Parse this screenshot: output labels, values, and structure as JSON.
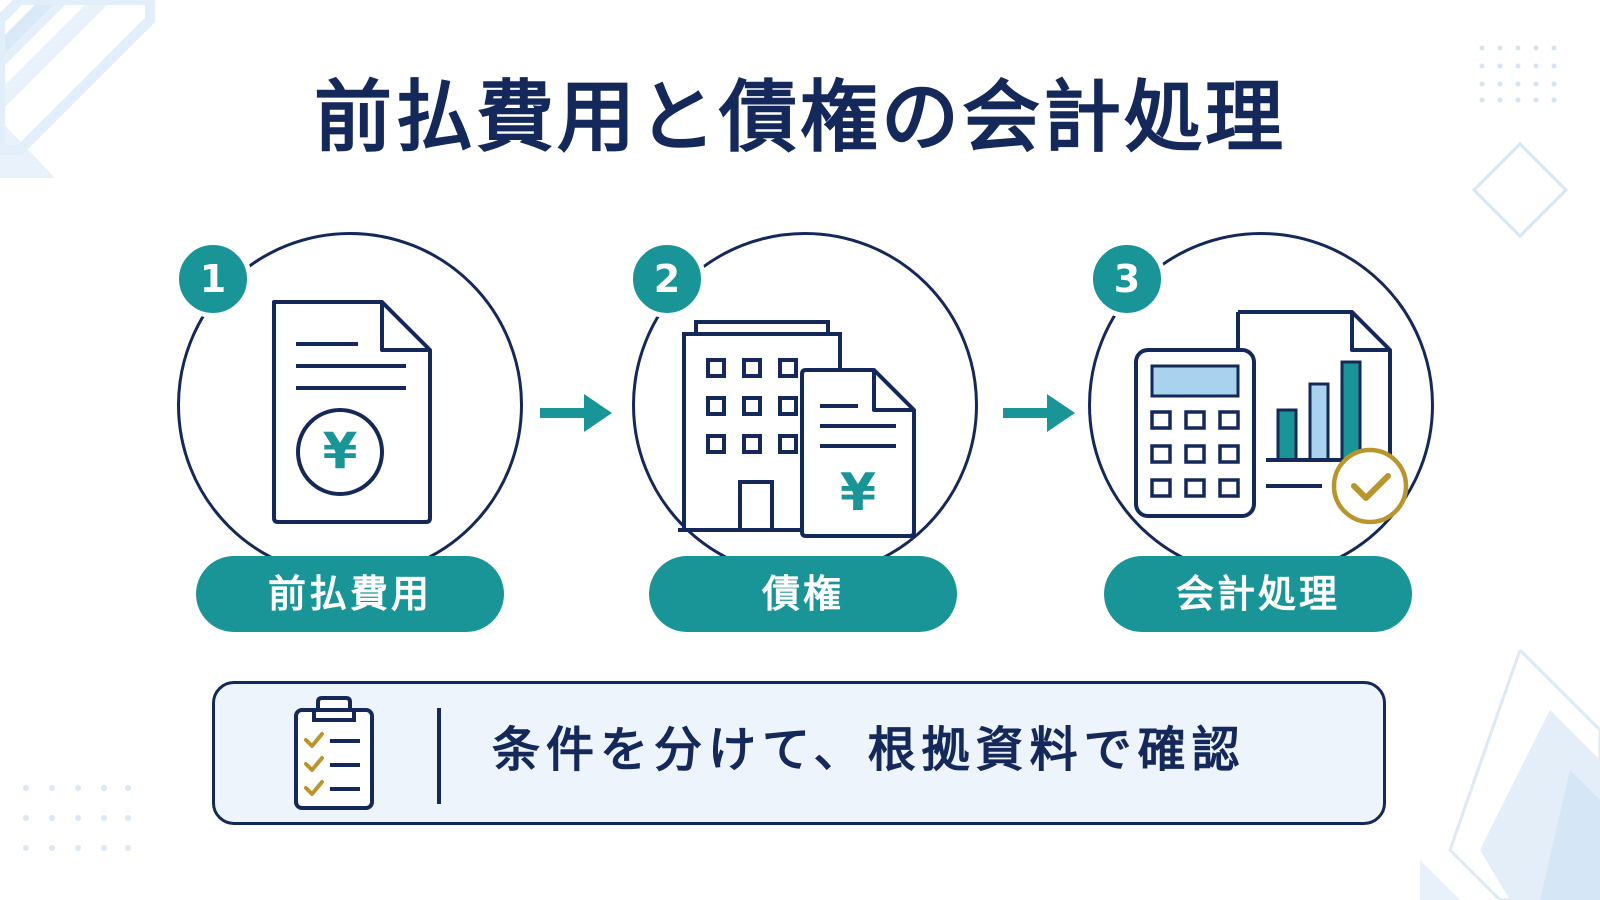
{
  "title": "前払費用と債権の会計処理",
  "steps": [
    {
      "number": "1",
      "label": "前払費用",
      "icon": "invoice-yen-icon"
    },
    {
      "number": "2",
      "label": "債権",
      "icon": "building-with-yen-document-icon"
    },
    {
      "number": "3",
      "label": "会計処理",
      "icon": "calculator-chart-check-icon"
    }
  ],
  "note": {
    "icon": "checklist-clipboard-icon",
    "text": "条件を分けて、根拠資料で確認"
  },
  "colors": {
    "navy": "#14285a",
    "teal": "#1a9597",
    "gold": "#b8952d",
    "light_blue": "#a9d2ef",
    "pale_bg": "#eef4fb"
  },
  "icons": {
    "yen_symbol": "¥"
  }
}
